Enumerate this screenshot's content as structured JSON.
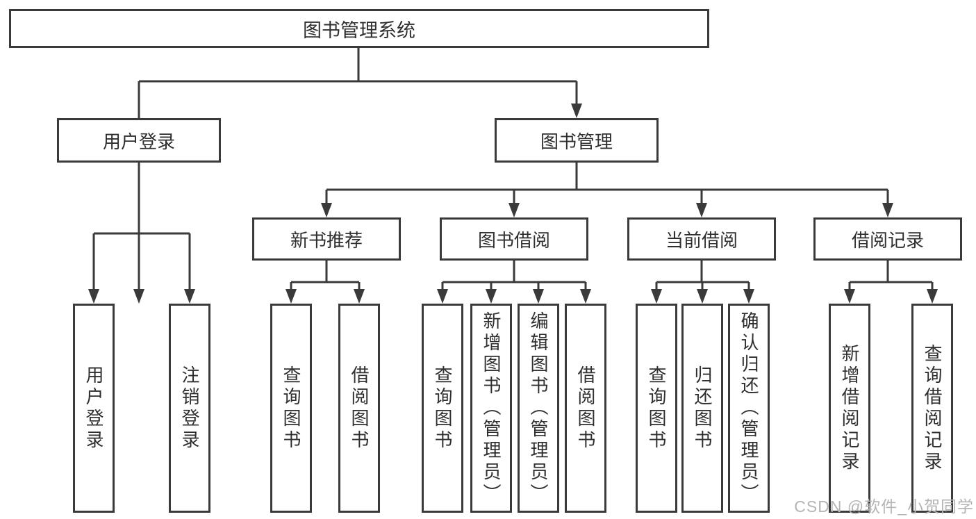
{
  "diagram": {
    "root": {
      "label": "图书管理系统"
    },
    "level2": [
      {
        "key": "user-login",
        "label": "用户登录"
      },
      {
        "key": "book-management",
        "label": "图书管理"
      }
    ],
    "level3": [
      {
        "key": "new-book-recommend",
        "parent": "图书管理",
        "label": "新书推荐"
      },
      {
        "key": "book-borrow",
        "parent": "图书管理",
        "label": "图书借阅"
      },
      {
        "key": "current-borrow",
        "parent": "图书管理",
        "label": "当前借阅"
      },
      {
        "key": "borrow-records",
        "parent": "图书管理",
        "label": "借阅记录"
      }
    ],
    "leaves": [
      {
        "parent": "用户登录",
        "label": "用户登录"
      },
      {
        "parent": "用户登录",
        "label": "注销登录"
      },
      {
        "parent": "新书推荐",
        "label": "查询图书"
      },
      {
        "parent": "新书推荐",
        "label": "借阅图书"
      },
      {
        "parent": "图书借阅",
        "label": "查询图书"
      },
      {
        "parent": "图书借阅",
        "label": "新增图书（管理员）"
      },
      {
        "parent": "图书借阅",
        "label": "编辑图书（管理员）"
      },
      {
        "parent": "图书借阅",
        "label": "借阅图书"
      },
      {
        "parent": "当前借阅",
        "label": "查询图书"
      },
      {
        "parent": "当前借阅",
        "label": "归还图书"
      },
      {
        "parent": "当前借阅",
        "label": "确认归还（管理员）"
      },
      {
        "parent": "借阅记录",
        "label": "新增借阅记录"
      },
      {
        "parent": "借阅记录",
        "label": "查询借阅记录"
      }
    ]
  },
  "watermark": {
    "text": "CSDN @软件_小贺同学"
  },
  "colors": {
    "line": "#3a3a3a",
    "text": "#2f2f2f",
    "watermark": "#b4b4b4",
    "background": "#ffffff"
  }
}
